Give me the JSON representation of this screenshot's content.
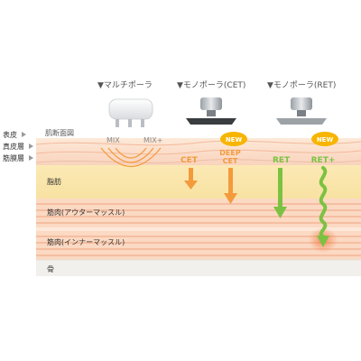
{
  "devices": {
    "multi": "▼マルチポーラ",
    "mono_cet": "▼モノポーラ(CET)",
    "mono_ret": "▼モノポーラ(RET)"
  },
  "new_badge": "NEW",
  "left_labels": {
    "epidermis": "表皮",
    "dermis": "真皮層",
    "fascia": "筋膜層",
    "cross_section": "肌断面図"
  },
  "layers": {
    "fat": "脂肪",
    "outer_muscle": "筋肉(アウターマッスル)",
    "inner_muscle": "筋肉(インナーマッスル)",
    "bone": "骨"
  },
  "modes": {
    "mix": "MIX",
    "mix_plus": "MIX+",
    "cet": "CET",
    "deep_cet_1": "DEEP",
    "deep_cet_2": "CET",
    "ret": "RET",
    "ret_plus": "RET+"
  },
  "colors": {
    "orange": "#f39a3c",
    "green": "#7cc242",
    "badge": "#f7b500",
    "label_gray": "#8a8a8a"
  }
}
